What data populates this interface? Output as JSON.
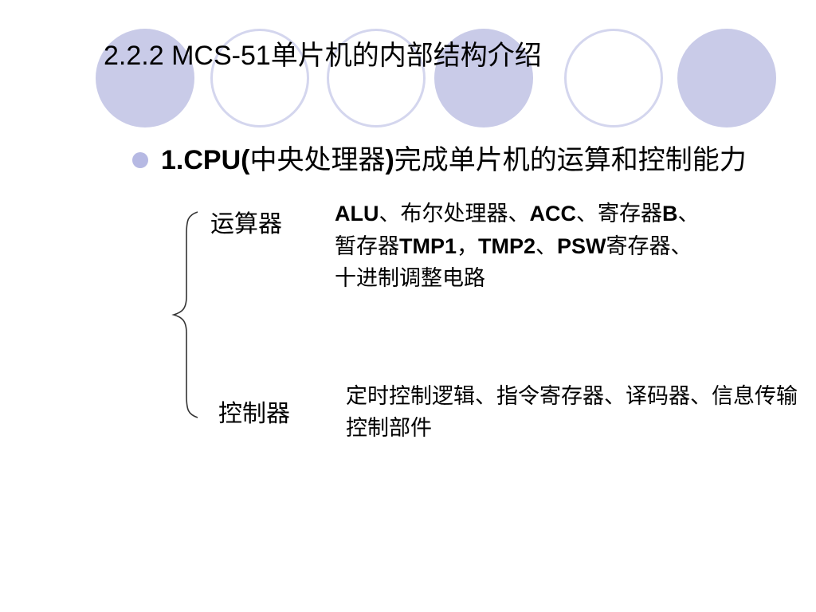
{
  "slide": {
    "title": "2.2.2 MCS-51单片机的内部结构介绍",
    "bullet": {
      "prefix": "1.CPU(",
      "cn1": "中央处理器",
      "close": ")",
      "cn2": "完成单片机的运算和控制能力"
    },
    "components": [
      {
        "label": "运算器",
        "description_parts": [
          {
            "text": "ALU",
            "bold": true
          },
          {
            "text": "、布尔处理器、",
            "bold": false
          },
          {
            "text": "ACC",
            "bold": true
          },
          {
            "text": "、寄存器",
            "bold": false
          },
          {
            "text": "B",
            "bold": true
          },
          {
            "text": "、暂存器",
            "bold": false
          },
          {
            "text": "TMP1",
            "bold": true
          },
          {
            "text": "，",
            "bold": false
          },
          {
            "text": "TMP2",
            "bold": true
          },
          {
            "text": "、",
            "bold": false
          },
          {
            "text": "PSW",
            "bold": true
          },
          {
            "text": "寄存器、十进制调整电路",
            "bold": false
          }
        ]
      },
      {
        "label": "控制器",
        "description": "定时控制逻辑、指令寄存器、译码器、信息传输控制部件"
      }
    ]
  },
  "colors": {
    "circle_fill": "#c9cbe8",
    "circle_ring": "#d4d6ee",
    "bullet": "#b6b9e3"
  }
}
